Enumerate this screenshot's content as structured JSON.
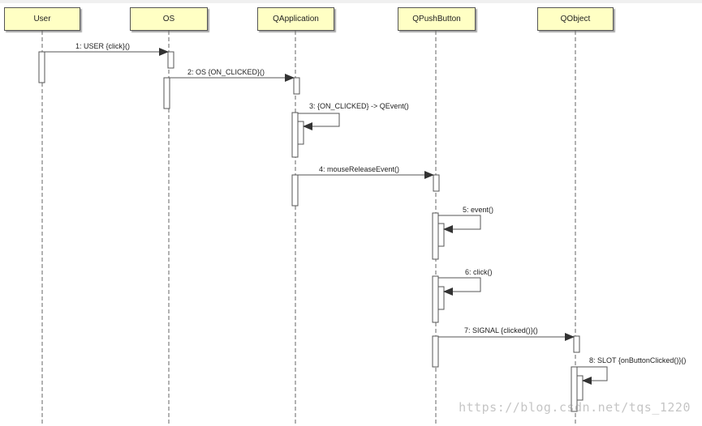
{
  "participants": [
    {
      "id": "user",
      "label": "User"
    },
    {
      "id": "os",
      "label": "OS"
    },
    {
      "id": "qapplication",
      "label": "QApplication"
    },
    {
      "id": "qpushbutton",
      "label": "QPushButton"
    },
    {
      "id": "qobject",
      "label": "QObject"
    }
  ],
  "messages": [
    {
      "id": "m1",
      "label": "1: USER {click}()",
      "from": "user",
      "to": "os"
    },
    {
      "id": "m2",
      "label": "2: OS {ON_CLICKED}()",
      "from": "os",
      "to": "qapplication"
    },
    {
      "id": "m3",
      "label": "3: {ON_CLICKED} -> QEvent()",
      "from": "qapplication",
      "to": "qapplication"
    },
    {
      "id": "m4",
      "label": "4: mouseReleaseEvent()",
      "from": "qapplication",
      "to": "qpushbutton"
    },
    {
      "id": "m5",
      "label": "5: event()",
      "from": "qpushbutton",
      "to": "qpushbutton"
    },
    {
      "id": "m6",
      "label": "6: click()",
      "from": "qpushbutton",
      "to": "qpushbutton"
    },
    {
      "id": "m7",
      "label": "7: SIGNAL {clicked()}()",
      "from": "qpushbutton",
      "to": "qobject"
    },
    {
      "id": "m8",
      "label": "8: SLOT {onButtonClicked()}()",
      "from": "qobject",
      "to": "qobject"
    }
  ],
  "watermark": "https://blog.csdn.net/tqs_1220"
}
